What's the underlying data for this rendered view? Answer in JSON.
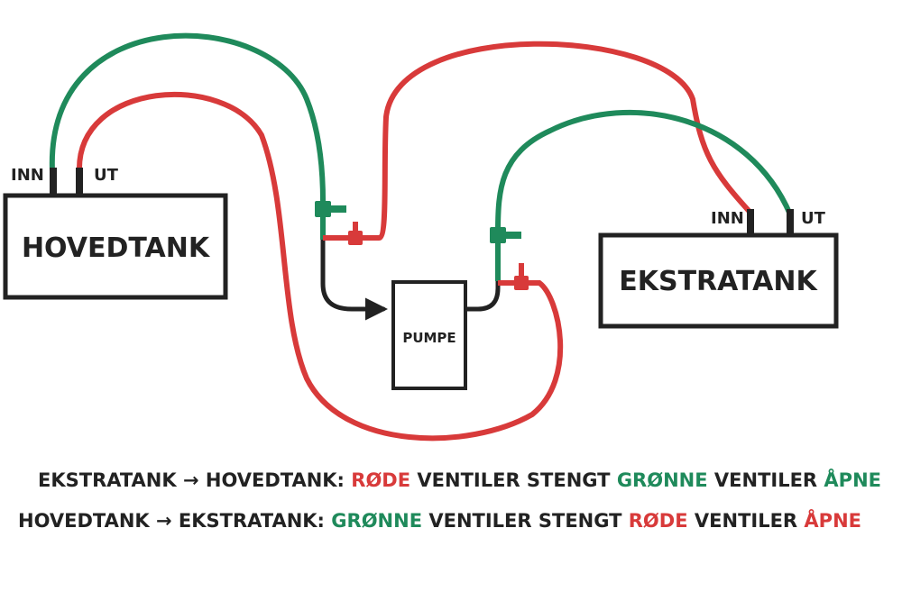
{
  "colors": {
    "red": "#d83a3a",
    "green": "#1f8a5b",
    "dark": "#222222"
  },
  "tanks": {
    "main": {
      "label": "HOVEDTANK",
      "in_label": "INN",
      "out_label": "UT"
    },
    "extra": {
      "label": "EKSTRATANK",
      "in_label": "INN",
      "out_label": "UT"
    }
  },
  "pump": {
    "label": "PUMPE"
  },
  "legend": {
    "line1": {
      "route": "EKSTRATANK → HOVEDTANK:",
      "first_color": "RØDE",
      "middle": "VENTILER STENGT",
      "second_color": "GRØNNE",
      "end_word": "VENTILER",
      "state": "ÅPNE"
    },
    "line2": {
      "route": "HOVEDTANK → EKSTRATANK:",
      "first_color": "GRØNNE",
      "middle": "VENTILER STENGT",
      "second_color": "RØDE",
      "end_word": "VENTILER",
      "state": "ÅPNE"
    }
  }
}
